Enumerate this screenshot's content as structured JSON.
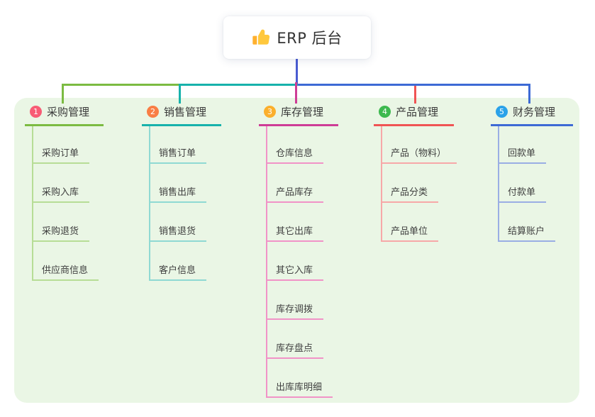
{
  "root": {
    "title": "ERP 后台",
    "icon": "thumbs-up-icon"
  },
  "colors": {
    "canvas_bg": "#FFFFFF",
    "panel_bg": "#EAF6E5",
    "root_line": "#4A5BD1",
    "title_color": "#333333",
    "item_text": "#3F3F3F",
    "badge_text": "#FFFFFF"
  },
  "branches": [
    {
      "badge": "1",
      "label": "采购管理",
      "badge_color": "#F85C75",
      "line_color": "#7CBB42",
      "line_light": "#B7DD96",
      "items": [
        "采购订单",
        "采购入库",
        "采购退货",
        "供应商信息"
      ]
    },
    {
      "badge": "2",
      "label": "销售管理",
      "badge_color": "#F97E45",
      "line_color": "#17B2AB",
      "line_light": "#8FD9D3",
      "items": [
        "销售订单",
        "销售出库",
        "销售退货",
        "客户信息"
      ]
    },
    {
      "badge": "3",
      "label": "库存管理",
      "badge_color": "#FBAF2C",
      "line_color": "#CE3D96",
      "line_light": "#F193C7",
      "items": [
        "仓库信息",
        "产品库存",
        "其它出库",
        "其它入库",
        "库存调拨",
        "库存盘点",
        "出库库明细"
      ]
    },
    {
      "badge": "4",
      "label": "产品管理",
      "badge_color": "#3DB94F",
      "line_color": "#F05454",
      "line_light": "#F7A8A8",
      "items": [
        "产品（物料）",
        "产品分类",
        "产品单位"
      ]
    },
    {
      "badge": "5",
      "label": "财务管理",
      "badge_color": "#2BA2E9",
      "line_color": "#3D6AD5",
      "line_light": "#9AAEE4",
      "items": [
        "回款单",
        "付款单",
        "结算账户"
      ]
    }
  ]
}
